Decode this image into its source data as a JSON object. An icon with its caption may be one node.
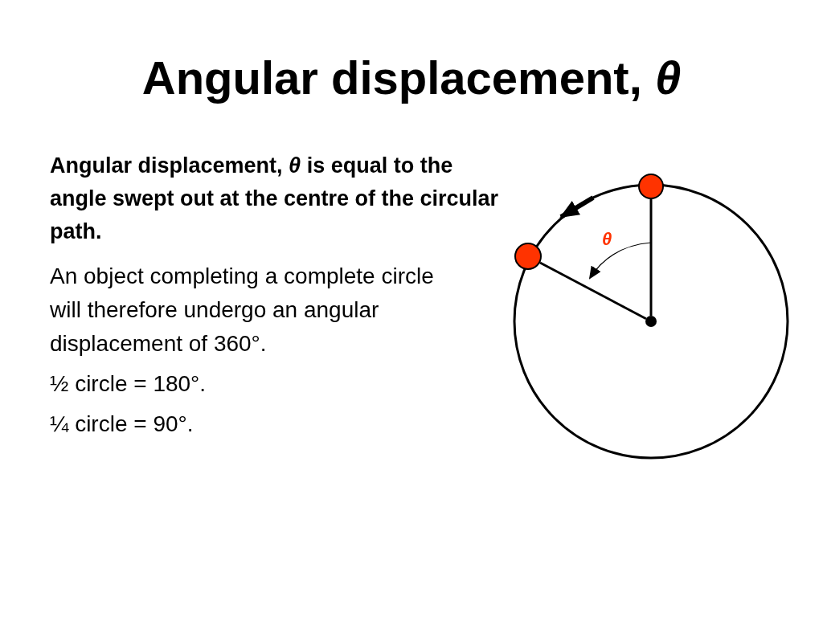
{
  "diagram": {
    "title": "Angular displacement, *θ*",
    "nodes": [
      {
        "text": [],
        "shape": "circle"
      },
      {
        "text": [],
        "shape": "circle"
      },
      {
        "text": [],
        "shape": "circle"
      }
    ],
    "edges": [
      {
        "from": 2,
        "to": 0,
        "arrow": "none"
      },
      {
        "from": 2,
        "to": 1,
        "arrow": "none"
      }
    ],
    "labels": [
      "Angular displacement, *θ* is equal to the angle swept out at the centre of the circular path.",
      "An object completing a complete circle will therefore undergo an angular displacement of 360°.",
      "½ circle = 180°.",
      "¼ circle = 90°.",
      "θ"
    ]
  }
}
